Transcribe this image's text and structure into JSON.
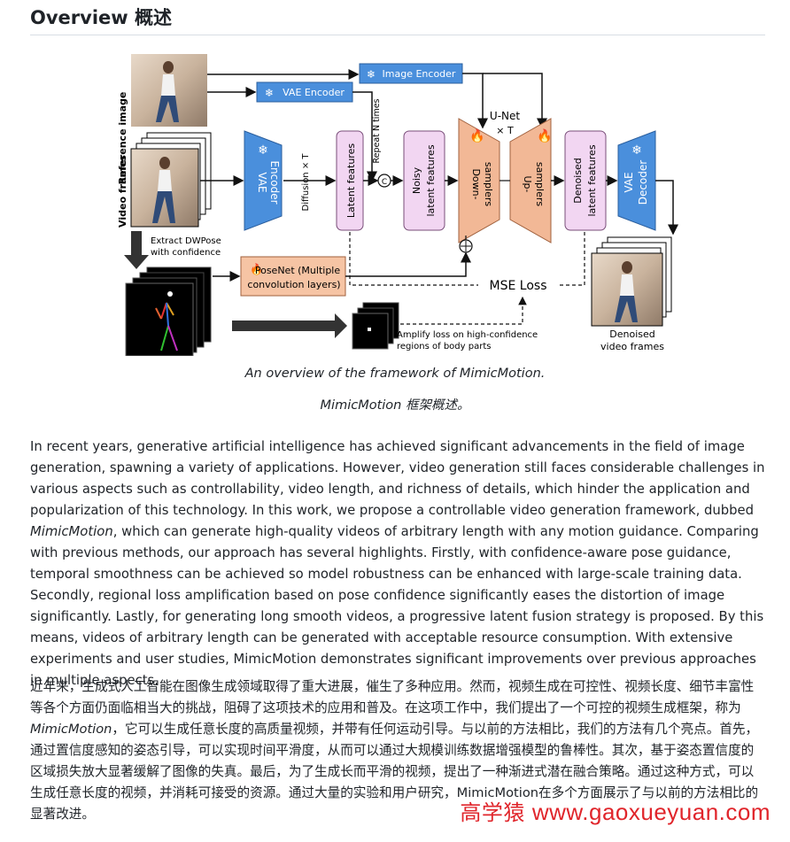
{
  "section": {
    "title": "Overview  概述"
  },
  "figure": {
    "labels": {
      "reference_image": "Reference image",
      "video_frames": "Video frames",
      "image_encoder": "Image Encoder",
      "vae_encoder_top": "VAE Encoder",
      "vae_encoder": [
        "VAE",
        "Encoder"
      ],
      "diffusion": "Diffusion × T",
      "repeat": "Repeat N times",
      "latent_features": "Latent features",
      "noisy_latent": [
        "Noisy",
        "latent features"
      ],
      "unet": "U-Net",
      "unet_times": "× T",
      "down": [
        "Down-",
        "samplers"
      ],
      "up": [
        "Up-",
        "samplers"
      ],
      "denoised_latent": [
        "Denoised",
        "latent features"
      ],
      "vae_decoder": [
        "VAE",
        "Decoder"
      ],
      "extract_dwpose": [
        "Extract DWPose",
        "with confidence"
      ],
      "posenet": [
        "PoseNet (Multiple",
        "convolution layers)"
      ],
      "mse_loss": "MSE Loss",
      "amplify": [
        "Amplify loss on high-confidence",
        "regions of body parts"
      ],
      "denoised_frames": [
        "Denoised",
        "video frames"
      ],
      "concat": "C"
    },
    "colors": {
      "blue": "#4a8fdc",
      "pink": "#f2d6f2",
      "salmon": "#f2b896",
      "posenet": "#f6c4a4"
    }
  },
  "captions": {
    "en": "An overview of the framework of MimicMotion.",
    "zh": "MimicMotion 框架概述。"
  },
  "body": {
    "en_p1": "In recent years, generative artificial intelligence has achieved significant advancements in the field of image generation, spawning a variety of applications. However, video generation still faces considerable challenges in various aspects such as controllability, video length, and richness of details, which hinder the application and popularization of this technology. In this work, we propose a controllable video generation framework, dubbed ",
    "en_em": "MimicMotion",
    "en_p2": ", which can generate high-quality videos of arbitrary length with any motion guidance. Comparing with previous methods, our approach has several highlights. Firstly, with confidence-aware pose guidance, temporal smoothness can be achieved so model robustness can be enhanced with large-scale training data. Secondly, regional loss amplification based on pose confidence significantly eases the distortion of image significantly. Lastly, for generating long smooth videos, a progressive latent fusion strategy is proposed. By this means, videos of arbitrary length can be generated with acceptable resource consumption. With extensive experiments and user studies, MimicMotion demonstrates significant improvements over previous approaches in multiple aspects.",
    "zh_p1": "近年来，生成式人工智能在图像生成领域取得了重大进展，催生了多种应用。然而，视频生成在可控性、视频长度、细节丰富性等各个方面仍面临相当大的挑战，阻碍了这项技术的应用和普及。在这项工作中，我们提出了一个可控的视频生成框架，称为",
    "zh_em": "MimicMotion",
    "zh_p2": "，它可以生成任意长度的高质量视频，并带有任何运动引导。与以前的方法相比，我们的方法有几个亮点。首先，通过置信度感知的姿态引导，可以实现时间平滑度，从而可以通过大规模训练数据增强模型的鲁棒性。其次，基于姿态置信度的区域损失放大显著缓解了图像的失真。最后，为了生成长而平滑的视频，提出了一种渐进式潜在融合策略。通过这种方式，可以生成任意长度的视频，并消耗可接受的资源。通过大量的实验和用户研究，MimicMotion在多个方面展示了与以前的方法相比的显著改进。"
  },
  "watermark": {
    "cn": "高学猿",
    "url": "www.gaoxueyuan.com"
  }
}
